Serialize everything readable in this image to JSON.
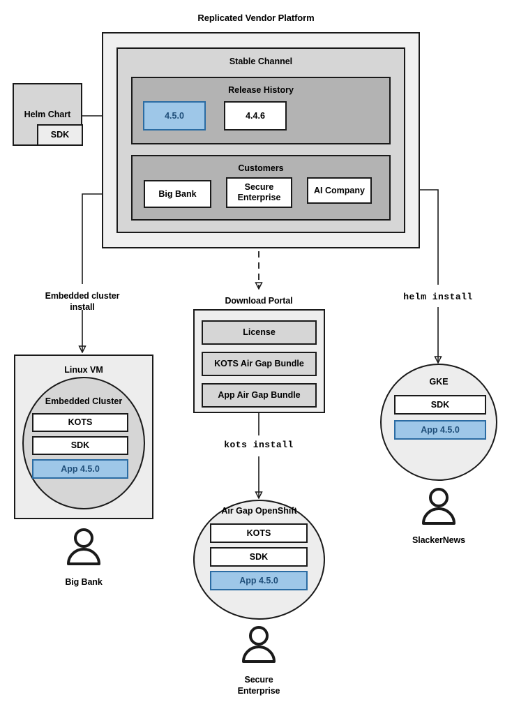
{
  "title": "Replicated Vendor Platform",
  "platform": {
    "channel_label": "Stable Channel",
    "release_history": {
      "label": "Release History",
      "releases": [
        {
          "version": "4.5.0",
          "highlighted": true
        },
        {
          "version": "4.4.6",
          "highlighted": false
        }
      ]
    },
    "customers": {
      "label": "Customers",
      "items": [
        "Big Bank",
        "Secure\nEnterprise",
        "AI Company"
      ]
    }
  },
  "helm_chart": {
    "label": "Helm Chart",
    "sdk_label": "SDK"
  },
  "edges": {
    "embedded_cluster_install": "Embedded cluster\ninstall",
    "helm_install": "helm install",
    "kots_install": "kots install"
  },
  "download_portal": {
    "label": "Download Portal",
    "items": [
      "License",
      "KOTS Air Gap Bundle",
      "App Air Gap Bundle"
    ]
  },
  "targets": {
    "linux_vm": {
      "label": "Linux VM",
      "cluster_label": "Embedded Cluster",
      "components": [
        "KOTS",
        "SDK",
        "App 4.5.0"
      ],
      "actor": "Big Bank"
    },
    "airgap_openshift": {
      "label": "Air Gap OpenShift",
      "components": [
        "KOTS",
        "SDK",
        "App 4.5.0"
      ],
      "actor": "Secure\nEnterprise"
    },
    "gke": {
      "label": "GKE",
      "components": [
        "SDK",
        "App 4.5.0"
      ],
      "actor": "SlackerNews"
    }
  },
  "colors": {
    "accent_blue_fill": "#9ec7e8",
    "accent_blue_border": "#2b6ca3",
    "accent_blue_text": "#1f4e79",
    "outline": "#1a1a1a",
    "shade_outer": "#f0f0f0",
    "shade_mid": "#d6d6d6",
    "shade_inner": "#b3b3b3"
  }
}
